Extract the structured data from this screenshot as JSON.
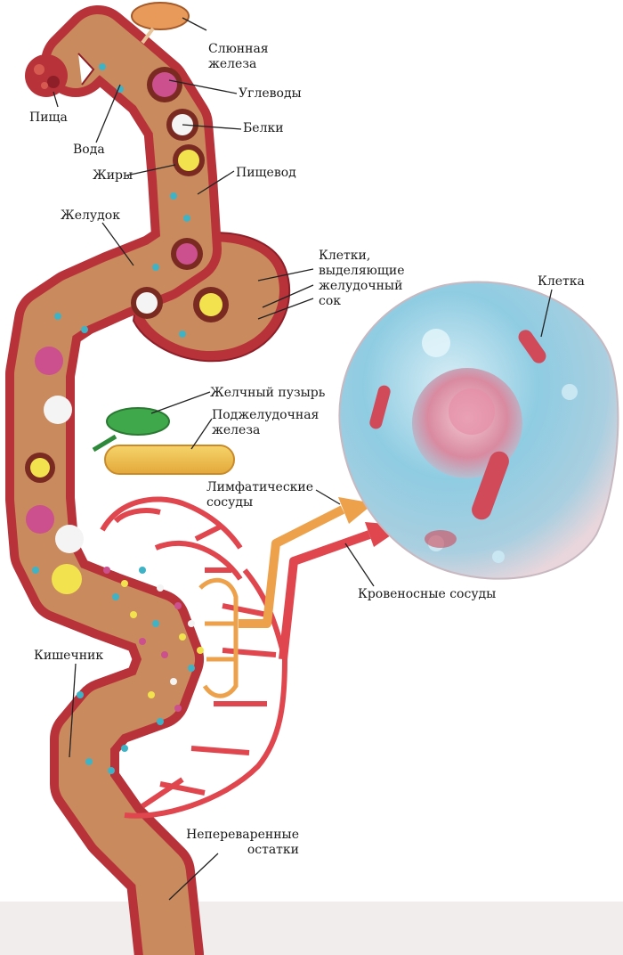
{
  "labels": {
    "salivary_gland": "Слюнная\nжелеза",
    "food": "Пища",
    "water": "Вода",
    "carbohydrates": "Углеводы",
    "proteins": "Белки",
    "fats": "Жиры",
    "esophagus": "Пищевод",
    "stomach": "Желудок",
    "gastric_cells": "Клетки,\nвыделяющие\nжелудочный\nсок",
    "cell": "Клетка",
    "gallbladder": "Желчный пузырь",
    "pancreas": "Поджелудочная\nжелеза",
    "lymph_vessels": "Лимфатические\nсосуды",
    "blood_vessels": "Кровеносные сосуды",
    "intestine": "Кишечник",
    "undigested": "Непереваренные\nостатки"
  },
  "colors": {
    "tract_wall": "#b8323a",
    "tract_lumen": "#c98a5e",
    "blood": "#e0464e",
    "lymph": "#eda14a",
    "cell_body": "#9fd4e6",
    "carbohydrate": "#cc4f8e",
    "protein": "#f4f4f4",
    "fat": "#f2e34e",
    "water": "#3fb3c6"
  }
}
